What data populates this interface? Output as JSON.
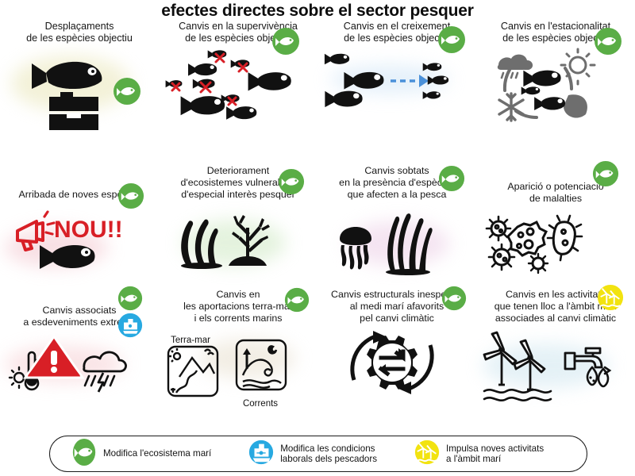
{
  "title": "efectes directes sobre el sector pesquer",
  "cells": [
    {
      "label": "Desplaçaments\nde les espècies objectiu",
      "art": "fish-suitcase",
      "badges": [
        "green-fish"
      ]
    },
    {
      "label": "Canvis en la supervivència\nde les espècies objectiu",
      "art": "fish-school-dead",
      "badges": [
        "green-fish"
      ]
    },
    {
      "label": "Canvis en el creixement\nde les espècies objectiu",
      "art": "fish-shrinking-arrow",
      "badges": [
        "green-fish"
      ]
    },
    {
      "label": "Canvis en l'estacionalitat\nde les espècies objectiu",
      "art": "seasons-fish",
      "badges": [
        "green-fish"
      ]
    },
    {
      "label": "Arribada de noves espècies",
      "art": "megaphone-new-fish",
      "badges": [
        "green-fish"
      ],
      "art_text": "NOU!!"
    },
    {
      "label": "Deteriorament\nd'ecosistemes vulnerables\nd'especial interès pesquer",
      "art": "seagrass-coral",
      "badges": [
        "green-fish"
      ]
    },
    {
      "label": "Canvis sobtats\nen la presència d'espècies\nque afecten a la pesca",
      "art": "jellyfish-algae",
      "badges": [
        "green-fish"
      ]
    },
    {
      "label": "Aparició o potenciació\nde malalties",
      "art": "bacteria-virus",
      "badges": [
        "green-fish"
      ]
    },
    {
      "label": "Canvis associats\na esdeveniments extrems",
      "art": "warning-storm-thermometer",
      "badges": [
        "green-fish",
        "blue-boat"
      ]
    },
    {
      "label": "Canvis en\nles aportacions terra-mar\ni els corrents marins",
      "art": "terra-mar-corrents",
      "badges": [
        "green-fish"
      ],
      "frame_labels": [
        "Terra-mar",
        "Corrents"
      ]
    },
    {
      "label": "Canvis estructurals inesperats\nal medi marí afavorits\npel canvi climàtic",
      "art": "gear-exchange-cycle",
      "badges": [
        "green-fish"
      ]
    },
    {
      "label": "Canvis en les activitats\nque tenen lloc a l'àmbit marí\nassociades al canvi climàtic",
      "art": "wind-turbines-tap",
      "badges": [
        "yellow-turbine"
      ]
    }
  ],
  "legend": [
    {
      "icon": "green-fish",
      "text": "Modifica l'ecosistema marí"
    },
    {
      "icon": "blue-boat",
      "text": "Modifica les condicions\nlaborals dels pescadors"
    },
    {
      "icon": "yellow-turbine",
      "text": "Impulsa noves activitats\na l'àmbit marí"
    }
  ],
  "colors": {
    "green": "#5aad46",
    "blue": "#27a9e1",
    "yellow": "#f2e310",
    "red": "#d81f26",
    "black": "#111111",
    "gray": "#6e6e6e",
    "arrow_blue": "#4a90d9"
  }
}
